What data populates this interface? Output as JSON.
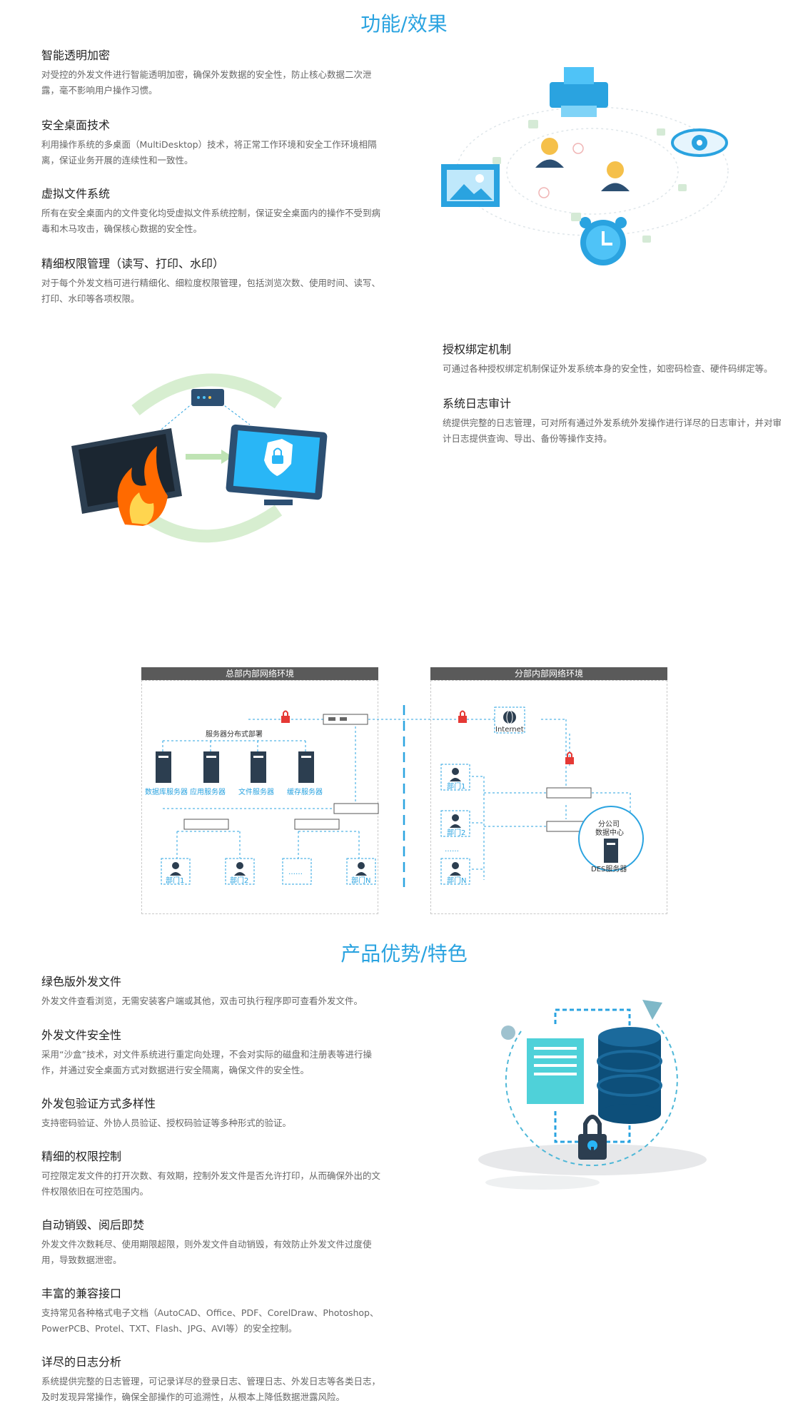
{
  "section1": {
    "title": "功能/效果",
    "features": [
      {
        "title": "智能透明加密",
        "desc": "对受控的外发文件进行智能透明加密，确保外发数据的安全性，防止核心数据二次泄露，毫不影响用户操作习惯。"
      },
      {
        "title": "安全桌面技术",
        "desc": "利用操作系统的多桌面（MultiDesktop）技术，将正常工作环境和安全工作环境相隔离，保证业务开展的连续性和一致性。"
      },
      {
        "title": "虚拟文件系统",
        "desc": "所有在安全桌面内的文件变化均受虚拟文件系统控制，保证安全桌面内的操作不受到病毒和木马攻击，确保核心数据的安全性。"
      },
      {
        "title": "精细权限管理（读写、打印、水印）",
        "desc": "对于每个外发文档可进行精细化、细粒度权限管理，包括浏览次数、使用时间、读写、打印、水印等各项权限。"
      }
    ],
    "right_features": [
      {
        "title": "授权绑定机制",
        "desc": "可通过各种授权绑定机制保证外发系统本身的安全性，如密码检查、硬件码绑定等。"
      },
      {
        "title": "系统日志审计",
        "desc": "统提供完整的日志管理，可对所有通过外发系统外发操作进行详尽的日志审计，并对审计日志提供查询、导出、备份等操作支持。"
      }
    ]
  },
  "diagram": {
    "hq_title": "总部内部网络环境",
    "branch_title": "分部内部网络环境",
    "server_deploy": "服务器分布式部署",
    "servers": [
      "数据库服务器",
      "应用服务器",
      "文件服务器",
      "缓存服务器"
    ],
    "hq_depts": [
      "部门1",
      "部门2",
      "……",
      "部门N"
    ],
    "branch_depts": [
      "部门1",
      "部门2",
      "……",
      "部门N"
    ],
    "internet": "Internet",
    "datacenter_line1": "分公司",
    "datacenter_line2": "数据中心",
    "des_server": "DES服务器"
  },
  "section2": {
    "title": "产品优势/特色",
    "features": [
      {
        "title": "绿色版外发文件",
        "desc": "外发文件查看浏览，无需安装客户端或其他，双击可执行程序即可查看外发文件。"
      },
      {
        "title": "外发文件安全性",
        "desc": "采用“沙盒”技术，对文件系统进行重定向处理，不会对实际的磁盘和注册表等进行操作，并通过安全桌面方式对数据进行安全隔离，确保文件的安全性。"
      },
      {
        "title": "外发包验证方式多样性",
        "desc": "支持密码验证、外协人员验证、授权码验证等多种形式的验证。"
      },
      {
        "title": "精细的权限控制",
        "desc": "可控限定发文件的打开次数、有效期，控制外发文件是否允许打印，从而确保外出的文件权限依旧在可控范围内。"
      },
      {
        "title": "自动销毁、阅后即焚",
        "desc": "外发文件次数耗尽、使用期限超限，则外发文件自动销毁，有效防止外发文件过度使用，导致数据泄密。"
      },
      {
        "title": "丰富的兼容接口",
        "desc": "支持常见各种格式电子文档（AutoCAD、Office、PDF、CorelDraw、Photoshop、PowerPCB、Protel、TXT、Flash、JPG、AVI等）的安全控制。"
      },
      {
        "title": "详尽的日志分析",
        "desc": "系统提供完整的日志管理，可记录详尽的登录日志、管理日志、外发日志等各类日志，及时发现异常操作，确保全部操作的可追溯性，从根本上降低数据泄露风险。"
      }
    ]
  },
  "colors": {
    "accent": "#2aa3e0",
    "header_bar": "#5a5a5a",
    "dashed": "#2aa3e0"
  }
}
